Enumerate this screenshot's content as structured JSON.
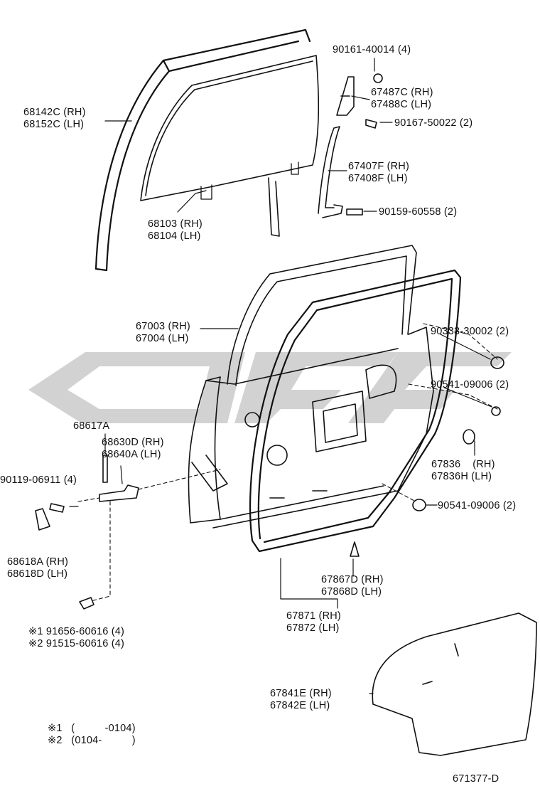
{
  "parts": {
    "run_channel": [
      "68142C (RH)",
      "68152C (LH)"
    ],
    "glass": [
      "68103 (RH)",
      "68104 (LH)"
    ],
    "screw_top": "90161-40014 (4)",
    "bracket": [
      "67487C (RH)",
      "67488C (LH)"
    ],
    "screw_mid": "90167-50022 (2)",
    "division_bar": [
      "67407F (RH)",
      "67408F (LH)"
    ],
    "bolt_bar": "90159-60558 (2)",
    "door_panel": [
      "67003 (RH)",
      "67004 (LH)"
    ],
    "hole_plug_1": "90333-30002 (2)",
    "hole_plug_2": "90541-09006 (2)",
    "cover": [
      "67836    (RH)",
      "67836H (LH)"
    ],
    "hole_plug_3": "90541-09006 (2)",
    "check_pin": "68617A",
    "check_arm": [
      "68630D (RH)",
      "68640A (LH)"
    ],
    "hinge_bolt": "90119-06911 (4)",
    "hinge": [
      "68618A (RH)",
      "68618D (LH)"
    ],
    "clip": [
      "67867D (RH)",
      "67868D (LH)"
    ],
    "weatherstrip": [
      "67871 (RH)",
      "67872 (LH)"
    ],
    "check_bolts": [
      "※1  91656-60616 (4)",
      "※2  91515-60616 (4)"
    ],
    "service_hole_cover": [
      "67841E (RH)",
      "67842E (LH)"
    ],
    "footnotes": [
      "※1   (          -0104)",
      "※2   (0104-          )"
    ],
    "figure_id": "671377-D"
  },
  "watermark_color": "#d2d2d2",
  "line_color": "#111111"
}
